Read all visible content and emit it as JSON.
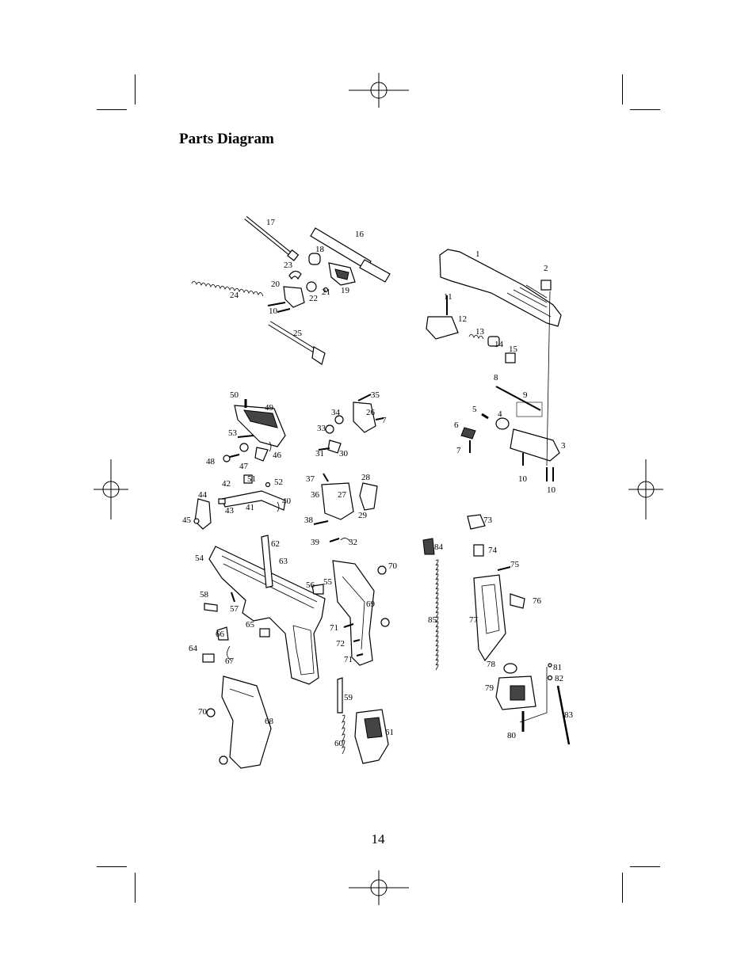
{
  "title": "Parts Diagram",
  "page_number": "14",
  "part_labels": [
    "1",
    "2",
    "3",
    "4",
    "5",
    "6",
    "7",
    "7",
    "8",
    "9",
    "10",
    "10",
    "10",
    "11",
    "12",
    "13",
    "14",
    "15",
    "16",
    "17",
    "18",
    "19",
    "20",
    "21",
    "22",
    "23",
    "24",
    "25",
    "26",
    "27",
    "28",
    "29",
    "30",
    "31",
    "32",
    "33",
    "34",
    "35",
    "36",
    "37",
    "38",
    "39",
    "40",
    "41",
    "42",
    "43",
    "44",
    "45",
    "46",
    "47",
    "48",
    "49",
    "50",
    "51",
    "52",
    "53",
    "54",
    "55",
    "56",
    "57",
    "58",
    "59",
    "60",
    "61",
    "62",
    "63",
    "64",
    "65",
    "66",
    "67",
    "68",
    "69",
    "70",
    "70",
    "71",
    "71",
    "72",
    "73",
    "74",
    "75",
    "76",
    "77",
    "78",
    "79",
    "80",
    "81",
    "82",
    "83",
    "84",
    "85"
  ]
}
